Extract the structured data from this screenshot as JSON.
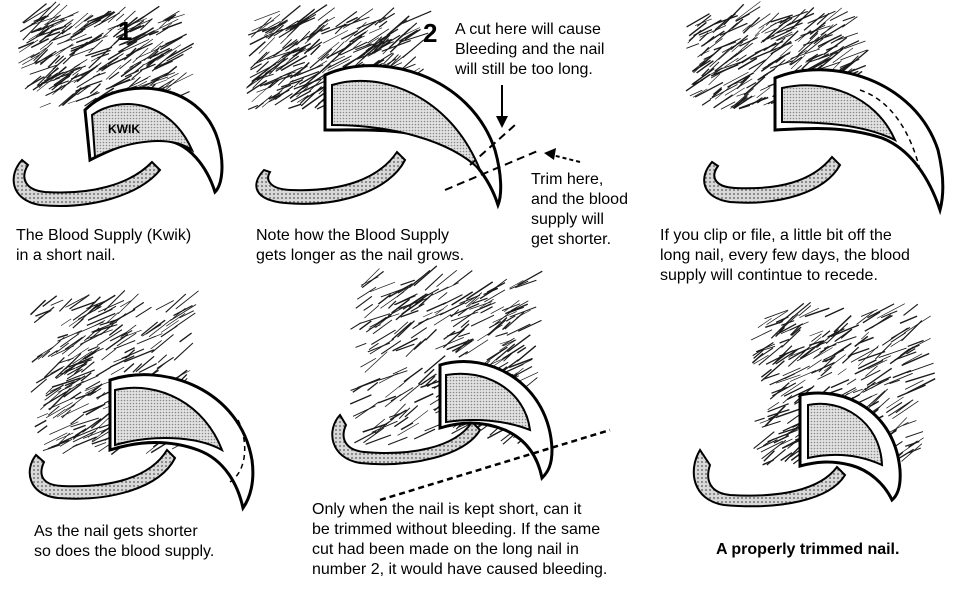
{
  "panels": {
    "p1": {
      "number": "1",
      "kwik_label": "KWIK",
      "caption": "The Blood Supply (Kwik)\nin a short nail."
    },
    "p2": {
      "number": "2",
      "caption": "Note how the Blood Supply\ngets longer as the nail grows.",
      "callout_bleed": "A cut here will cause\nBleeding and the nail\nwill still be too long.",
      "callout_trim": "Trim here,\nand the blood\nsupply will\nget shorter."
    },
    "p3": {
      "caption": "If you clip or file, a little bit off the\nlong nail, every few days, the blood\nsupply will contintue to recede."
    },
    "p4": {
      "caption": "As the nail gets shorter\nso does the blood supply."
    },
    "p5": {
      "caption": "Only when the nail is kept short, can it\nbe trimmed without bleeding. If the same\ncut had been made on the long nail in\nnumber 2, it would have caused bleeding."
    },
    "p6": {
      "caption": "A properly trimmed nail."
    }
  },
  "colors": {
    "ink": "#000000",
    "quick_fill": "#c8c8c8",
    "nail_fill": "#ffffff",
    "fur": "#1a1a1a"
  }
}
